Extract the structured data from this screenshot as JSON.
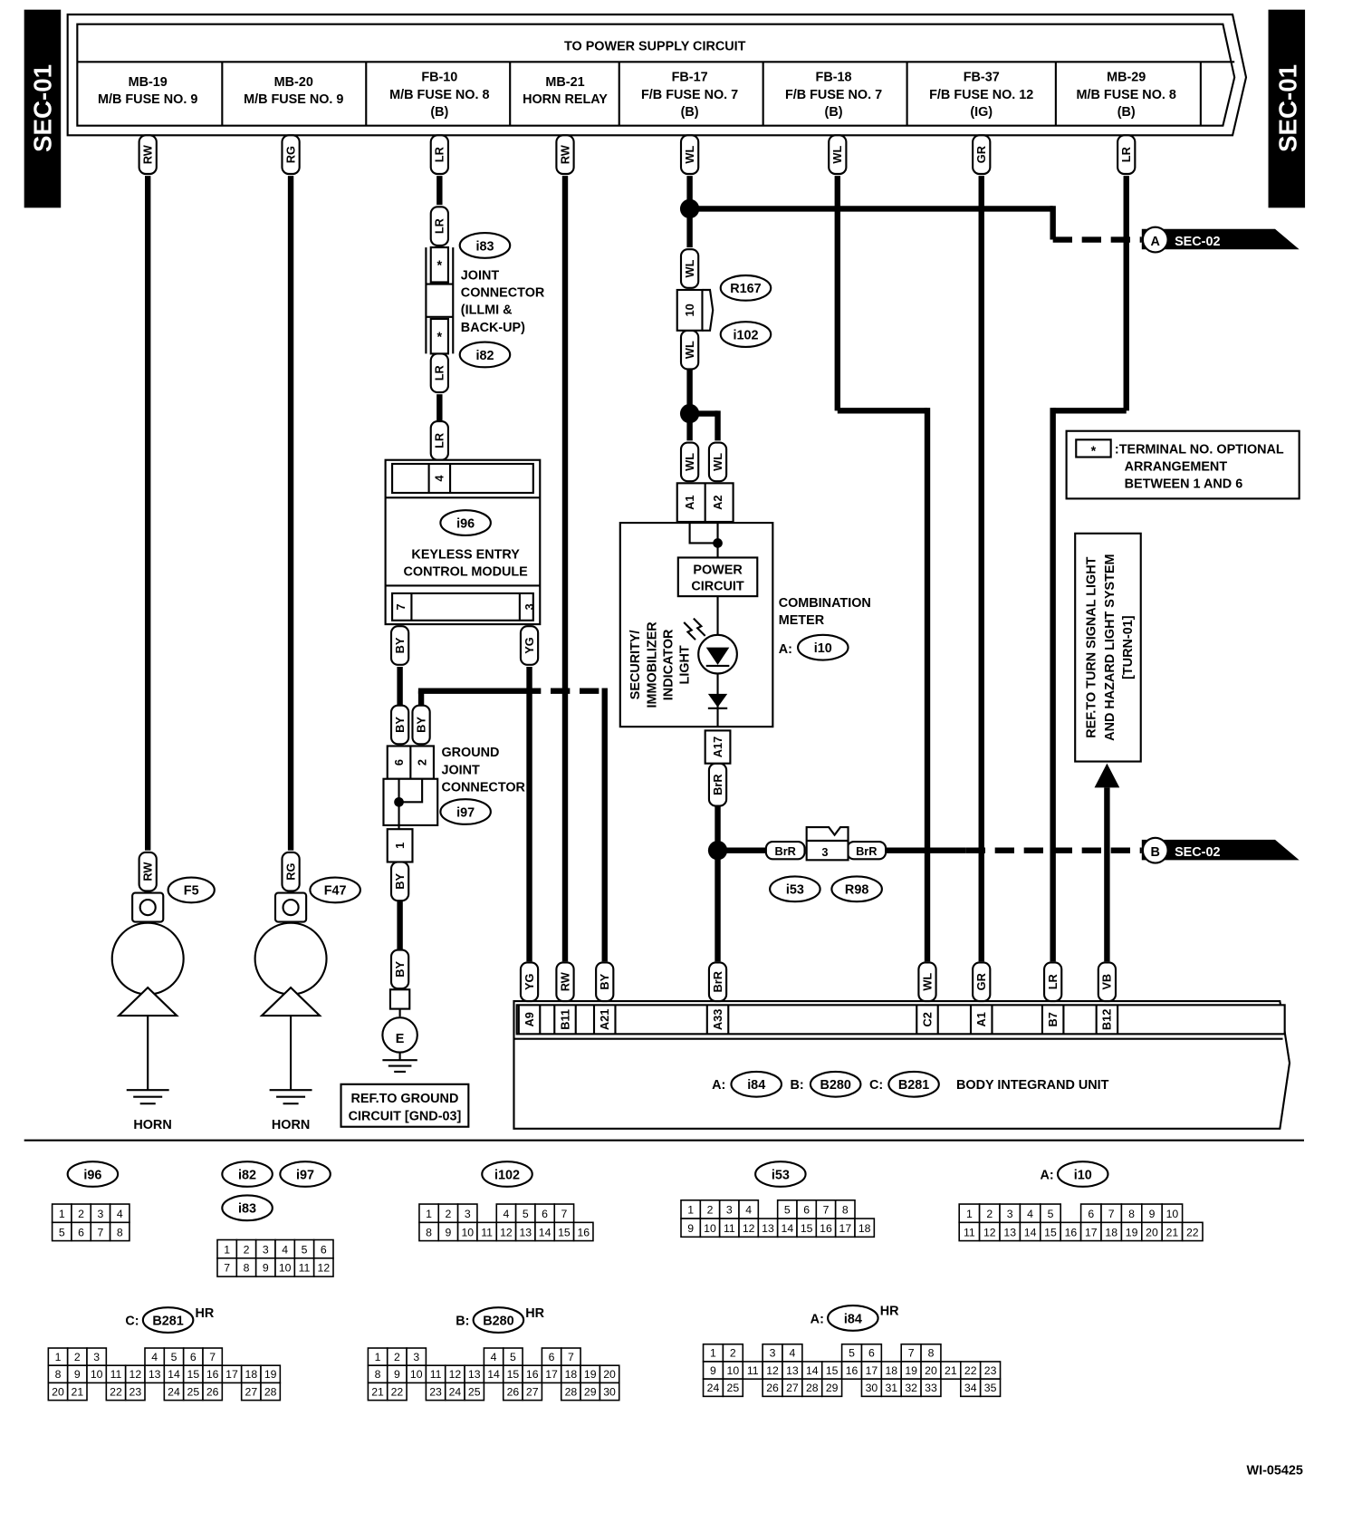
{
  "sec_tab": "SEC-01",
  "power_header": "TO POWER SUPPLY CIRCUIT",
  "fuses": [
    {
      "id": "MB-19",
      "line2": "M/B FUSE NO. 9",
      "line3": ""
    },
    {
      "id": "MB-20",
      "line2": "M/B FUSE NO. 9",
      "line3": ""
    },
    {
      "id": "FB-10",
      "line2": "M/B FUSE NO. 8",
      "line3": "(B)"
    },
    {
      "id": "MB-21",
      "line2": "HORN RELAY",
      "line3": ""
    },
    {
      "id": "FB-17",
      "line2": "F/B FUSE NO. 7",
      "line3": "(B)"
    },
    {
      "id": "FB-18",
      "line2": "F/B FUSE NO. 7",
      "line3": "(B)"
    },
    {
      "id": "FB-37",
      "line2": "F/B FUSE NO. 12",
      "line3": "(IG)"
    },
    {
      "id": "MB-29",
      "line2": "M/B FUSE NO. 8",
      "line3": "(B)"
    }
  ],
  "wire_tags": {
    "top": [
      "RW",
      "RG",
      "LR",
      "RW",
      "WL",
      "WL",
      "GR",
      "LR"
    ],
    "lr": "LR",
    "wl": "WL",
    "by": "BY",
    "yg": "YG",
    "brr": "BrR",
    "rw": "RW",
    "rg": "RG",
    "gr": "GR",
    "vb": "VB"
  },
  "off_page": {
    "a_letter": "A",
    "a_label": "SEC-02",
    "b_letter": "B",
    "b_label": "SEC-02"
  },
  "joint_connector": {
    "star": "*",
    "lines": [
      "JOINT",
      "CONNECTOR",
      "(ILLMI &",
      "BACK-UP)"
    ],
    "conn1": "i83",
    "conn2": "i82"
  },
  "legend_note": {
    "star": "*",
    "lines": [
      ":TERMINAL NO. OPTIONAL",
      "ARRANGEMENT",
      "BETWEEN 1 AND  6"
    ]
  },
  "turn_ref": [
    "REF.TO TURN SIGNAL LIGHT",
    "AND HAZARD LIGHT SYSTEM",
    "[TURN-01]"
  ],
  "keyless": {
    "conn": "i96",
    "lines": [
      "KEYLESS ENTRY",
      "CONTROL MODULE"
    ],
    "pin_top": "4",
    "pin_left": "7",
    "pin_right": "3"
  },
  "relay_conn": {
    "pin": "10",
    "c1": "R167",
    "c2": "i102"
  },
  "meter": {
    "pins_top": [
      "A1",
      "A2"
    ],
    "power": [
      "POWER",
      "CIRCUIT"
    ],
    "indicator": [
      "SECURITY/",
      "IMMOBILIZER",
      "INDICATOR",
      "LIGHT"
    ],
    "title": [
      "COMBINATION",
      "METER"
    ],
    "conn_prefix": "A:",
    "conn": "i10",
    "pin_bottom": "A17"
  },
  "ground_joint": {
    "lines": [
      "GROUND",
      "JOINT",
      "CONNECTOR"
    ],
    "conn": "i97",
    "pins": [
      "6",
      "2",
      "1"
    ]
  },
  "mid_connector": {
    "pin": "3",
    "c1": "i53",
    "c2": "R98"
  },
  "horns": [
    {
      "conn": "F5",
      "label": "HORN"
    },
    {
      "conn": "F47",
      "label": "HORN"
    }
  ],
  "ground": {
    "letter": "E",
    "ref": [
      "REF.TO GROUND",
      "CIRCUIT [GND-03]"
    ]
  },
  "biu": {
    "pins": [
      "A9",
      "B11",
      "A21",
      "A33",
      "C2",
      "A1",
      "B7",
      "B12"
    ],
    "tags": [
      "YG",
      "RW",
      "BY",
      "BrR",
      "WL",
      "GR",
      "LR",
      "VB"
    ],
    "prefix_a": "A:",
    "conn_a": "i84",
    "prefix_b": "B:",
    "conn_b": "B280",
    "prefix_c": "C:",
    "conn_c": "B281",
    "label": "BODY INTEGRAND UNIT"
  },
  "connector_views": [
    {
      "prefix": "",
      "names": [
        "i96"
      ],
      "hr": "",
      "rows": [
        [
          "1",
          "2",
          "3",
          "4"
        ],
        [
          "5",
          "6",
          "7",
          "8"
        ]
      ]
    },
    {
      "prefix": "",
      "names": [
        "i82",
        "i97",
        "i83"
      ],
      "hr": "",
      "rows": [
        [
          "1",
          "2",
          "3",
          "4",
          "5",
          "6"
        ],
        [
          "7",
          "8",
          "9",
          "10",
          "11",
          "12"
        ]
      ]
    },
    {
      "prefix": "",
      "names": [
        "i102"
      ],
      "hr": "",
      "rows": [
        [
          "1",
          "2",
          "3",
          "",
          "4",
          "5",
          "6",
          "7"
        ],
        [
          "8",
          "9",
          "10",
          "11",
          "12",
          "13",
          "14",
          "15",
          "16"
        ]
      ]
    },
    {
      "prefix": "",
      "names": [
        "i53"
      ],
      "hr": "",
      "rows": [
        [
          "1",
          "2",
          "3",
          "4",
          "",
          "5",
          "6",
          "7",
          "8"
        ],
        [
          "9",
          "10",
          "11",
          "12",
          "13",
          "14",
          "15",
          "16",
          "17",
          "18"
        ]
      ]
    },
    {
      "prefix": "A:",
      "names": [
        "i10"
      ],
      "hr": "",
      "rows": [
        [
          "1",
          "2",
          "3",
          "4",
          "5",
          "",
          "6",
          "7",
          "8",
          "9",
          "10"
        ],
        [
          "11",
          "12",
          "13",
          "14",
          "15",
          "16",
          "17",
          "18",
          "19",
          "20",
          "21",
          "22"
        ]
      ]
    },
    {
      "prefix": "C:",
      "names": [
        "B281"
      ],
      "hr": "HR",
      "rows": [
        [
          "1",
          "2",
          "3",
          "",
          "",
          "4",
          "5",
          "6",
          "7"
        ],
        [
          "8",
          "9",
          "10",
          "11",
          "12",
          "13",
          "14",
          "15",
          "16",
          "17",
          "18",
          "19"
        ],
        [
          "20",
          "21",
          "",
          "22",
          "23",
          "",
          "24",
          "25",
          "26",
          "",
          "27",
          "28"
        ]
      ]
    },
    {
      "prefix": "B:",
      "names": [
        "B280"
      ],
      "hr": "HR",
      "rows": [
        [
          "1",
          "2",
          "3",
          "",
          "",
          "",
          "4",
          "5",
          "",
          "6",
          "7"
        ],
        [
          "8",
          "9",
          "10",
          "11",
          "12",
          "13",
          "14",
          "15",
          "16",
          "17",
          "18",
          "19",
          "20"
        ],
        [
          "21",
          "22",
          "",
          "23",
          "24",
          "25",
          "",
          "26",
          "27",
          "",
          "28",
          "29",
          "30"
        ]
      ]
    },
    {
      "prefix": "A:",
      "names": [
        "i84"
      ],
      "hr": "HR",
      "rows": [
        [
          "1",
          "2",
          "",
          "3",
          "4",
          "",
          "",
          "5",
          "6",
          "",
          "7",
          "8"
        ],
        [
          "9",
          "10",
          "11",
          "12",
          "13",
          "14",
          "15",
          "16",
          "17",
          "18",
          "19",
          "20",
          "21",
          "22",
          "23"
        ],
        [
          "24",
          "25",
          "",
          "26",
          "27",
          "28",
          "29",
          "",
          "30",
          "31",
          "32",
          "33",
          "",
          "34",
          "35"
        ]
      ]
    }
  ],
  "figure_id": "WI-05425"
}
